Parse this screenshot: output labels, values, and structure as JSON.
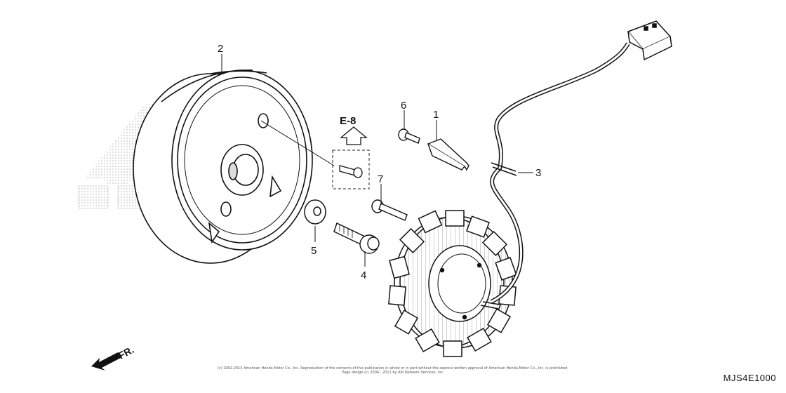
{
  "callouts": {
    "p1": "1",
    "p2": "2",
    "p3": "3",
    "p4": "4",
    "p5": "5",
    "p6": "6",
    "p7": "7"
  },
  "reference": "E-8",
  "direction_label": "FR.",
  "copyright_line1": "(c) 2002-2013 American Honda Motor Co., Inc. Reproduction of the contents of this publication in whole or in part without the express written approval of American Honda Motor Co., Inc. is prohibited.",
  "copyright_line2": "Page design (c) 2004 - 2011 by ARI Network Services, Inc.",
  "diagram_code": "MJS4E1000",
  "colors": {
    "line": "#111111",
    "watermark": "#bdbdbd"
  }
}
